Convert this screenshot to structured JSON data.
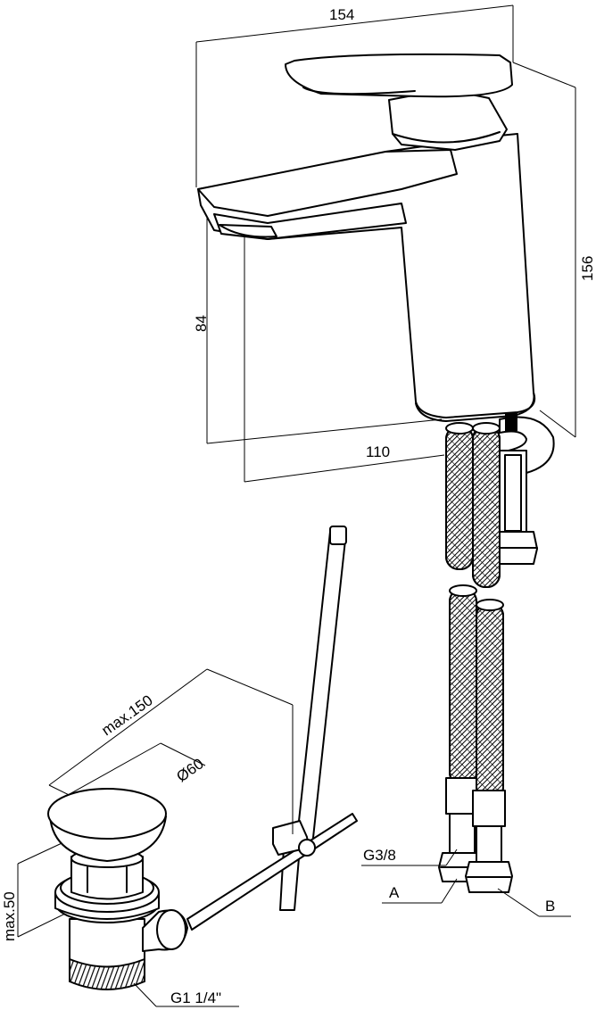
{
  "dimensions": {
    "width_top": "154",
    "height_total": "156",
    "spout_height": "84",
    "spout_reach": "110",
    "max_rod": "max.150",
    "plug_diameter": "Ø60",
    "max_height": "max.50"
  },
  "connections": {
    "thread_hose": "G3/8",
    "hose_a": "A",
    "hose_b": "B",
    "drain_thread": "G1 1/4\""
  }
}
